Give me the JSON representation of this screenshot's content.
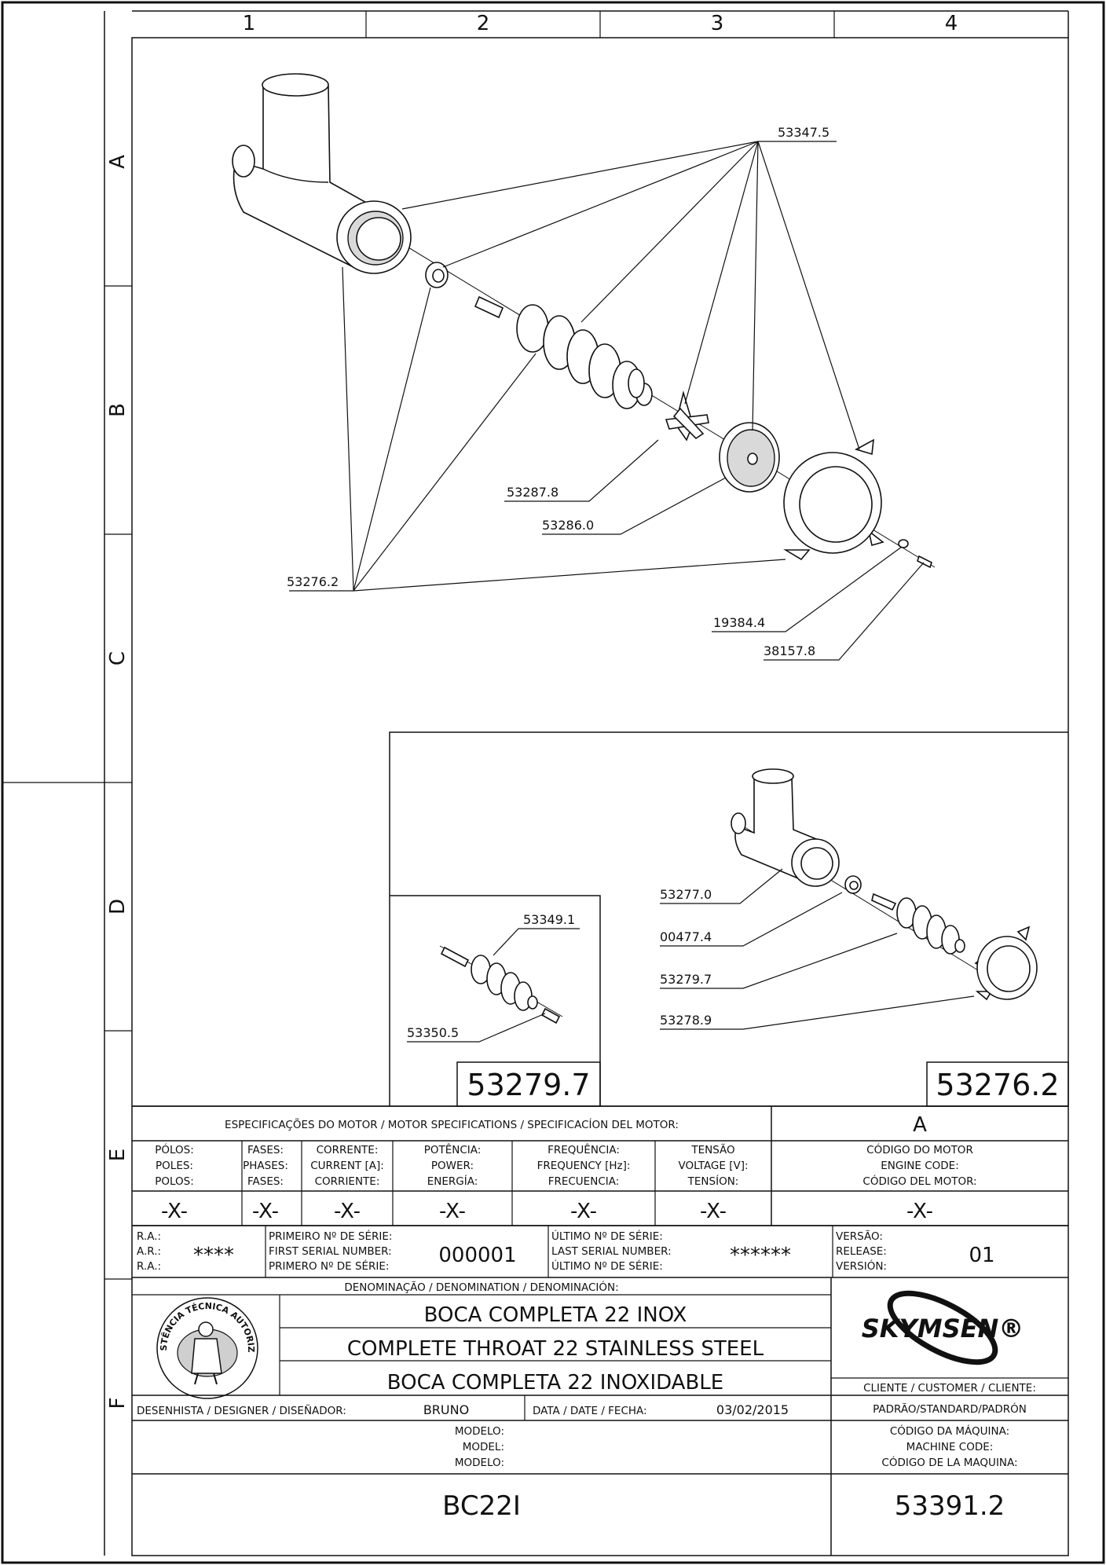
{
  "grid": {
    "columns": [
      "1",
      "2",
      "3",
      "4"
    ],
    "rows": [
      "A",
      "B",
      "C",
      "D",
      "E",
      "F"
    ]
  },
  "main_view": {
    "callouts": [
      "53347.5",
      "53276.2",
      "53287.8",
      "53286.0",
      "19384.4",
      "38157.8"
    ]
  },
  "view_a": {
    "title": "53276.2",
    "callouts": [
      "53277.0",
      "00477.4",
      "53279.7",
      "53278.9"
    ]
  },
  "view_b": {
    "title": "53279.7",
    "callouts": [
      "53349.1",
      "53350.5"
    ]
  },
  "motor_specs": {
    "header": "ESPECIFICAÇÕES DO MOTOR / MOTOR SPECIFICATIONS / SPECIFICACÍON DEL MOTOR:",
    "revision_letter": "A",
    "columns": [
      {
        "label_pt": "PÓLOS:",
        "label_en": "POLES:",
        "label_es": "POLOS:",
        "value": "-X-"
      },
      {
        "label_pt": "FASES:",
        "label_en": "PHASES:",
        "label_es": "FASES:",
        "value": "-X-"
      },
      {
        "label_pt": "CORRENTE:",
        "label_en": "CURRENT [A]:",
        "label_es": "CORRIENTE:",
        "value": "-X-"
      },
      {
        "label_pt": "POTÊNCIA:",
        "label_en": "POWER:",
        "label_es": "ENERGÍA:",
        "value": "-X-"
      },
      {
        "label_pt": "FREQUÊNCIA:",
        "label_en": "FREQUENCY [Hz]:",
        "label_es": "FRECUENCIA:",
        "value": "-X-"
      },
      {
        "label_pt": "TENSÃO",
        "label_en": "VOLTAGE [V]:",
        "label_es": "TENSÍON:",
        "value": "-X-"
      },
      {
        "label_pt": "CÓDIGO DO MOTOR",
        "label_en": "ENGINE CODE:",
        "label_es": "CÓDIGO DEL MOTOR:",
        "value": "-X-"
      }
    ]
  },
  "serials": {
    "ra_labels": [
      "R.A.:",
      "A.R.:",
      "R.A.:"
    ],
    "ra_value": "****",
    "first_labels": [
      "PRIMEIRO Nº DE SÉRIE:",
      "FIRST SERIAL NUMBER:",
      "PRIMERO Nº DE SÉRIE:"
    ],
    "first_value": "000001",
    "last_labels": [
      "ÚLTIMO Nº DE SÉRIE:",
      "LAST SERIAL NUMBER:",
      "ÚLTIMO Nº DE SÉRIE:"
    ],
    "last_value": "******",
    "version_labels": [
      "VERSÃO:",
      "RELEASE:",
      "VERSIÓN:"
    ],
    "version_value": "01"
  },
  "title_block": {
    "denomination_label": "DENOMINAÇÃO / DENOMINATION / DENOMINACIÓN:",
    "names": [
      "BOCA COMPLETA 22 INOX",
      "COMPLETE THROAT 22 STAINLESS STEEL",
      "BOCA COMPLETA 22 INOXIDABLE"
    ],
    "seal_text": "ASSISTÊNCIA TÉCNICA AUTORIZADA",
    "brand": "SKYMSEN®",
    "customer_label": "CLIENTE / CUSTOMER / CLIENTE:",
    "customer_value": "PADRÃO/STANDARD/PADRÓN",
    "designer_label": "DESENHISTA / DESIGNER / DISEÑADOR:",
    "designer_value": "BRUNO",
    "date_label": "DATA / DATE / FECHA:",
    "date_value": "03/02/2015",
    "model_labels": [
      "MODELO:",
      "MODEL:",
      "MODELO:"
    ],
    "model_value": "BC22I",
    "machine_code_labels": [
      "CÓDIGO DA MÁQUINA:",
      "MACHINE CODE:",
      "CÓDIGO DE LA MAQUINA:"
    ],
    "machine_code_value": "53391.2"
  }
}
